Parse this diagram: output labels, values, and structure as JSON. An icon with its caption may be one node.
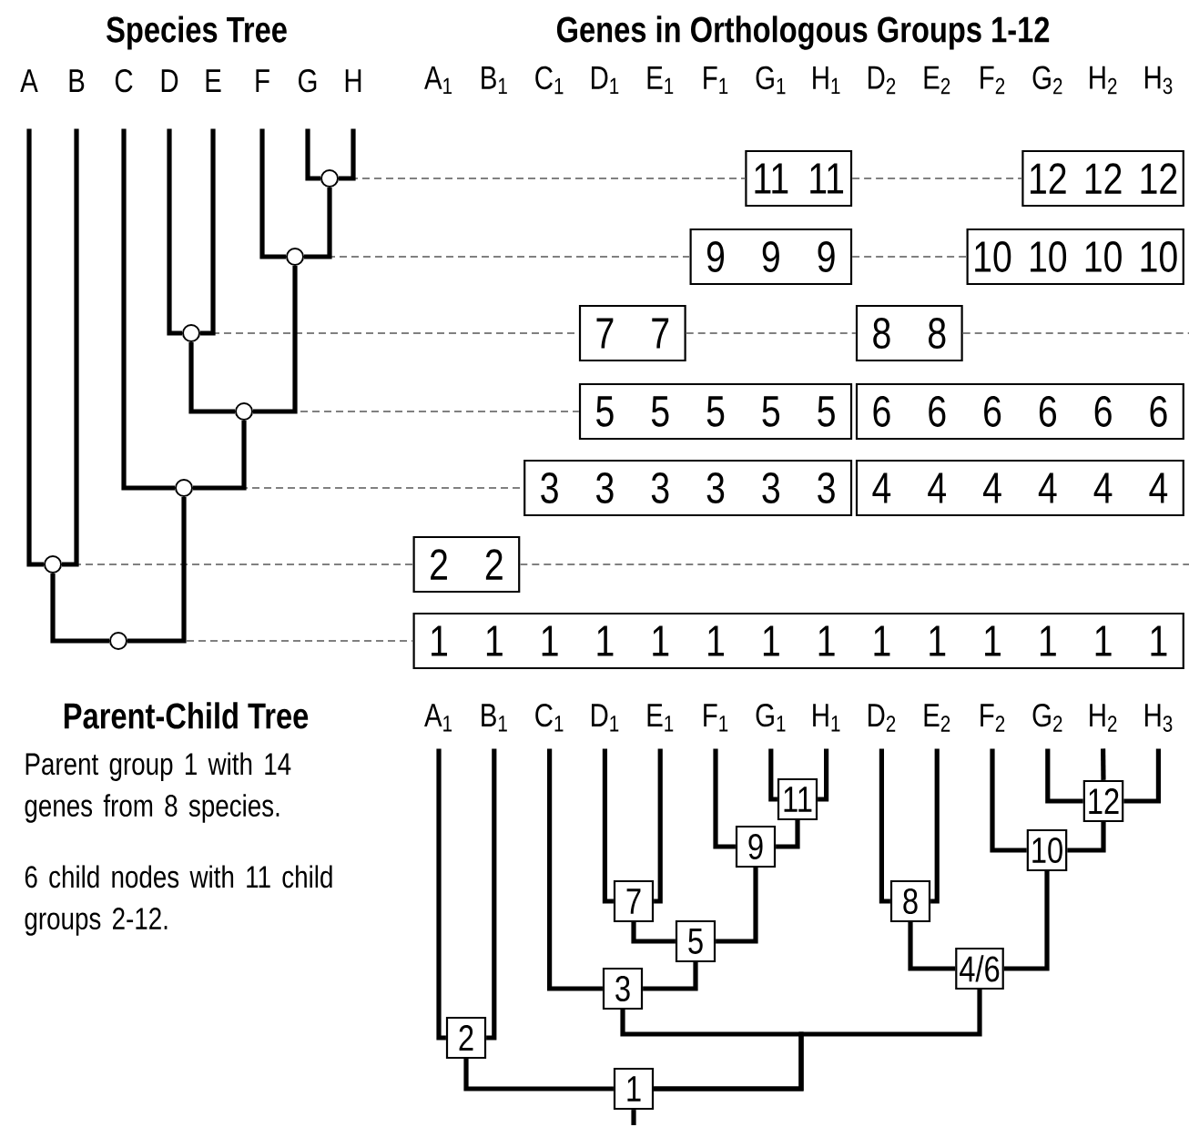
{
  "diagram": {
    "nodes": [
      {
        "text": [
          "A"
        ]
      },
      {
        "text": [
          "B"
        ]
      },
      {
        "text": [
          "C"
        ]
      },
      {
        "text": [
          "D"
        ]
      },
      {
        "text": [
          "E"
        ]
      },
      {
        "text": [
          "F"
        ]
      },
      {
        "text": [
          "G"
        ]
      },
      {
        "text": [
          "H"
        ]
      },
      {
        "text": [],
        "shape": "circle"
      },
      {
        "text": [],
        "shape": "circle"
      },
      {
        "text": [],
        "shape": "circle"
      },
      {
        "text": [],
        "shape": "circle"
      },
      {
        "text": [],
        "shape": "circle"
      },
      {
        "text": [],
        "shape": "circle"
      },
      {
        "text": [],
        "shape": "circle"
      },
      {
        "text": [
          "11",
          "11"
        ]
      },
      {
        "text": [
          "12",
          "12",
          "12"
        ]
      },
      {
        "text": [
          "9",
          "9",
          "9"
        ]
      },
      {
        "text": [
          "10",
          "10",
          "10",
          "10"
        ]
      },
      {
        "text": [
          "7",
          "7"
        ]
      },
      {
        "text": [
          "8",
          "8"
        ]
      },
      {
        "text": [
          "5",
          "5",
          "5",
          "5",
          "5"
        ]
      },
      {
        "text": [
          "6",
          "6",
          "6",
          "6",
          "6",
          "6"
        ]
      },
      {
        "text": [
          "3",
          "3",
          "3",
          "3",
          "3",
          "3"
        ]
      },
      {
        "text": [
          "4",
          "4",
          "4",
          "4",
          "4",
          "4"
        ]
      },
      {
        "text": [
          "2",
          "2"
        ]
      },
      {
        "text": [
          "1",
          "1",
          "1",
          "1",
          "1",
          "1",
          "1",
          "1",
          "1",
          "1",
          "1",
          "1",
          "1",
          "1"
        ]
      },
      {
        "text": [
          "A$_{1}$"
        ]
      },
      {
        "text": [
          "B$_{1}$"
        ]
      },
      {
        "text": [
          "C$_{1}$"
        ]
      },
      {
        "text": [
          "D$_{1}$"
        ]
      },
      {
        "text": [
          "E$_{1}$"
        ]
      },
      {
        "text": [
          "F$_{1}$"
        ]
      },
      {
        "text": [
          "G$_{1}$"
        ]
      },
      {
        "text": [
          "H$_{1}$"
        ]
      },
      {
        "text": [
          "D$_{2}$"
        ]
      },
      {
        "text": [
          "E$_{2}$"
        ]
      },
      {
        "text": [
          "F$_{2}$"
        ]
      },
      {
        "text": [
          "G$_{2}$"
        ]
      },
      {
        "text": [
          "H$_{2}$"
        ]
      },
      {
        "text": [
          "H$_{3}$"
        ]
      },
      {
        "text": [
          "11"
        ]
      },
      {
        "text": [
          "12"
        ]
      },
      {
        "text": [
          "9"
        ]
      },
      {
        "text": [
          "10"
        ]
      },
      {
        "text": [
          "7"
        ]
      },
      {
        "text": [
          "8"
        ]
      },
      {
        "text": [
          "5"
        ]
      },
      {
        "text": [
          "4/6"
        ]
      },
      {
        "text": [
          "3"
        ]
      },
      {
        "text": [
          "2"
        ]
      },
      {
        "text": [
          "1"
        ]
      }
    ],
    "edges": [
      {
        "from": 8,
        "to": 6,
        "arrow": "none"
      },
      {
        "from": 8,
        "to": 7,
        "arrow": "none"
      },
      {
        "from": 9,
        "to": 5,
        "arrow": "none"
      },
      {
        "from": 9,
        "to": 8,
        "arrow": "none"
      },
      {
        "from": 10,
        "to": 3,
        "arrow": "none"
      },
      {
        "from": 10,
        "to": 4,
        "arrow": "none"
      },
      {
        "from": 11,
        "to": 10,
        "arrow": "none"
      },
      {
        "from": 11,
        "to": 9,
        "arrow": "none"
      },
      {
        "from": 12,
        "to": 2,
        "arrow": "none"
      },
      {
        "from": 12,
        "to": 11,
        "arrow": "none"
      },
      {
        "from": 13,
        "to": 0,
        "arrow": "none"
      },
      {
        "from": 13,
        "to": 1,
        "arrow": "none"
      },
      {
        "from": 14,
        "to": 13,
        "arrow": "none"
      },
      {
        "from": 14,
        "to": 12,
        "arrow": "none"
      },
      {
        "from": 8,
        "to": 15,
        "arrow": "none",
        "style": "dashed",
        "color": "#808080"
      },
      {
        "from": 15,
        "to": 16,
        "arrow": "none",
        "style": "dashed",
        "color": "#808080"
      },
      {
        "from": 9,
        "to": 17,
        "arrow": "none",
        "style": "dashed",
        "color": "#808080"
      },
      {
        "from": 17,
        "to": 18,
        "arrow": "none",
        "style": "dashed",
        "color": "#808080"
      },
      {
        "from": 10,
        "to": 19,
        "arrow": "none",
        "style": "dashed",
        "color": "#808080"
      },
      {
        "from": 19,
        "to": 20,
        "arrow": "none",
        "style": "dashed",
        "color": "#808080"
      },
      {
        "from": 20,
        "to": null,
        "arrow": "none",
        "style": "dashed",
        "color": "#808080"
      },
      {
        "from": 11,
        "to": 21,
        "arrow": "none",
        "style": "dashed",
        "color": "#808080"
      },
      {
        "from": 12,
        "to": 23,
        "arrow": "none",
        "style": "dashed",
        "color": "#808080"
      },
      {
        "from": 13,
        "to": 25,
        "arrow": "none",
        "style": "dashed",
        "color": "#808080"
      },
      {
        "from": 25,
        "to": null,
        "arrow": "none",
        "style": "dashed",
        "color": "#808080"
      },
      {
        "from": 14,
        "to": 26,
        "arrow": "none",
        "style": "dashed",
        "color": "#808080"
      },
      {
        "from": 41,
        "to": 33,
        "arrow": "none"
      },
      {
        "from": 41,
        "to": 34,
        "arrow": "none"
      },
      {
        "from": 42,
        "to": 38,
        "arrow": "none"
      },
      {
        "from": 42,
        "to": 39,
        "arrow": "none"
      },
      {
        "from": 42,
        "to": 40,
        "arrow": "none"
      },
      {
        "from": 43,
        "to": 32,
        "arrow": "none"
      },
      {
        "from": 43,
        "to": 41,
        "arrow": "none"
      },
      {
        "from": 44,
        "to": 37,
        "arrow": "none"
      },
      {
        "from": 44,
        "to": 42,
        "arrow": "none"
      },
      {
        "from": 45,
        "to": 30,
        "arrow": "none"
      },
      {
        "from": 45,
        "to": 31,
        "arrow": "none"
      },
      {
        "from": 46,
        "to": 35,
        "arrow": "none"
      },
      {
        "from": 46,
        "to": 36,
        "arrow": "none"
      },
      {
        "from": 47,
        "to": 45,
        "arrow": "none"
      },
      {
        "from": 47,
        "to": 43,
        "arrow": "none"
      },
      {
        "from": 49,
        "to": 29,
        "arrow": "none"
      },
      {
        "from": 49,
        "to": 47,
        "arrow": "none"
      },
      {
        "from": 48,
        "to": 46,
        "arrow": "none"
      },
      {
        "from": 48,
        "to": 44,
        "arrow": "none"
      },
      {
        "from": 50,
        "to": 27,
        "arrow": "none"
      },
      {
        "from": 50,
        "to": 28,
        "arrow": "none"
      },
      {
        "from": 51,
        "to": 50,
        "arrow": "none"
      },
      {
        "from": 51,
        "to": 49,
        "arrow": "none"
      },
      {
        "from": 51,
        "to": 48,
        "arrow": "none"
      },
      {
        "from": null,
        "to": 51,
        "arrow": "none"
      }
    ],
    "labels": [
      "Species Tree",
      "Genes in Orthologous Groups 1-12",
      "A$_{1}$",
      "B$_{1}$",
      "C$_{1}$",
      "D$_{1}$",
      "E$_{1}$",
      "F$_{1}$",
      "G$_{1}$",
      "H$_{1}$",
      "D$_{2}$",
      "E$_{2}$",
      "F$_{2}$",
      "G$_{2}$",
      "H$_{2}$",
      "H$_{3}$",
      "Parent-Child Tree",
      "Parent group 1 with 14 genes from 8 species.",
      "6 child nodes with 11 child groups 2-12."
    ]
  }
}
